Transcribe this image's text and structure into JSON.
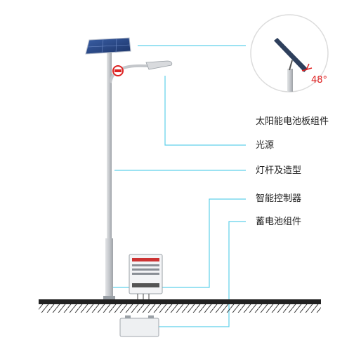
{
  "labels": {
    "solar_panel": "太阳能电池板组件",
    "light_source": "光源",
    "pole": "灯杆及造型",
    "controller": "智能控制器",
    "battery": "蓄电池组件"
  },
  "detail": {
    "tilt_angle": "48°"
  },
  "colors": {
    "leader": "#5fd0ea",
    "panel": "#2a4a86",
    "pole": "#c4c7cb",
    "ground": "#222222",
    "angle": "#e02020"
  }
}
